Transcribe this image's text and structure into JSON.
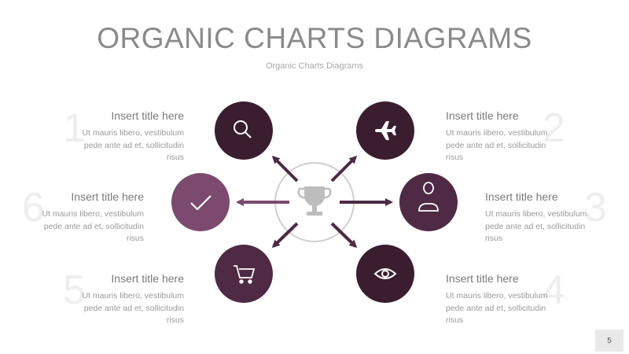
{
  "title": "ORGANIC CHARTS DIAGRAMS",
  "subtitle": "Organic Charts Diagrams",
  "page_number": "5",
  "colors": {
    "dark": "#3a1e30",
    "medium": "#4f2a44",
    "light": "#7b4a6e",
    "ring": "#cfcfcf",
    "trophy": "#bdbdbd"
  },
  "items": [
    {
      "number": "1",
      "title": "Insert title here",
      "body_lines": [
        "Ut mauris libero, vestibulum",
        "pede ante ad et, sollicitudin",
        "risus"
      ],
      "icon": "search-icon"
    },
    {
      "number": "2",
      "title": "Insert title here",
      "body_lines": [
        "Ut mauris libero, vestibulum",
        "pede ante ad et, sollicitudin",
        "risus"
      ],
      "icon": "airplane-icon"
    },
    {
      "number": "3",
      "title": "Insert title here",
      "body_lines": [
        "Ut mauris libero, vestibulum",
        "pede ante ad et, sollicitudin",
        "risus"
      ],
      "icon": "user-icon"
    },
    {
      "number": "4",
      "title": "Insert title here",
      "body_lines": [
        "Ut mauris libero, vestibulum",
        "pede ante ad et, sollicitudin",
        "risus"
      ],
      "icon": "eye-icon"
    },
    {
      "number": "5",
      "title": "Insert title here",
      "body_lines": [
        "Ut mauris libero, vestibulum",
        "pede ante ad et, sollicitudin",
        "risus"
      ],
      "icon": "cart-icon"
    },
    {
      "number": "6",
      "title": "Insert title here",
      "body_lines": [
        "Ut mauris libero, vestibulum",
        "pede ante ad et, sollicitudin",
        "risus"
      ],
      "icon": "checkmark-icon"
    }
  ],
  "center_icon": "trophy-icon"
}
